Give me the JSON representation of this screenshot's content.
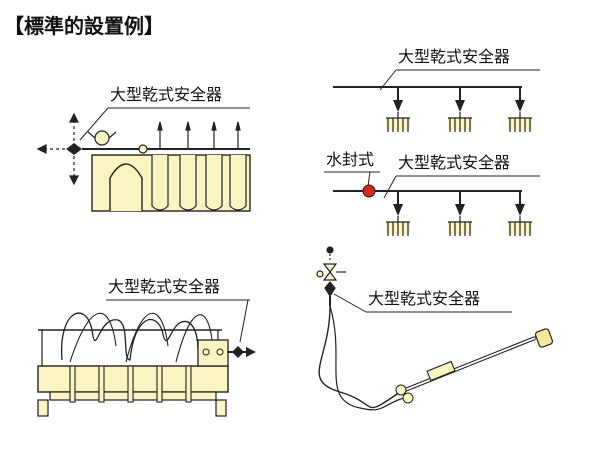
{
  "title": "【標準的設置例】",
  "labels": {
    "safety_device": "大型乾式安全器",
    "water_seal": "水封式"
  },
  "colors": {
    "equipment_fill": "#fbf3c2",
    "outline": "#222222",
    "water_seal_red": "#d9261c",
    "burner_tip": "#f3e79a"
  }
}
